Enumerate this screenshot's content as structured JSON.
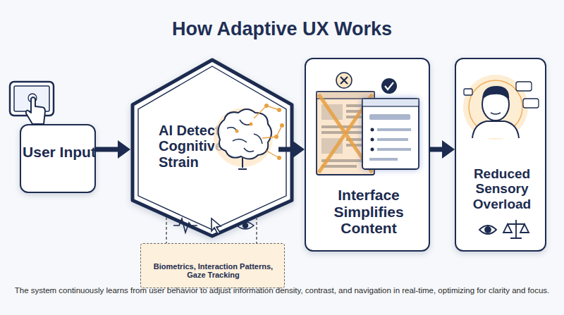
{
  "diagram": {
    "title": "How Adaptive UX Works",
    "caption": "The system continuously learns from user behavior to adjust information density, contrast, and navigation in real-time, optimizing for clarity and focus.",
    "nodes": [
      {
        "text": [
          "User Input"
        ]
      },
      {
        "text": [
          "AI Detects Cognitive Strain"
        ]
      },
      {
        "text": [
          "Biometrics, Interaction Patterns, Gaze Tracking"
        ]
      },
      {
        "text": [
          "Interface Simplifies Content"
        ]
      },
      {
        "text": [
          "Reduced Sensory Overload"
        ]
      }
    ],
    "edges": [
      {
        "from": 0,
        "to": 1,
        "arrow": "to"
      },
      {
        "from": 1,
        "to": 2,
        "arrow": "none"
      },
      {
        "from": 1,
        "to": 3,
        "arrow": "to"
      },
      {
        "from": 3,
        "to": 4,
        "arrow": "to"
      }
    ]
  }
}
